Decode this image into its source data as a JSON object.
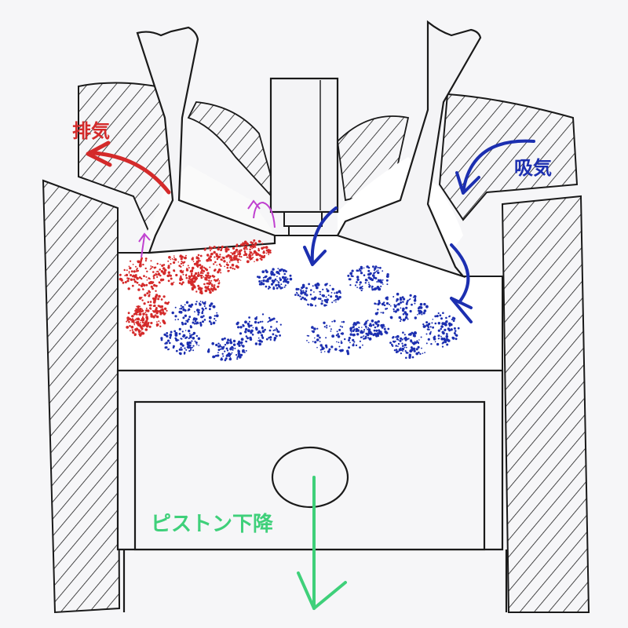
{
  "labels": {
    "exhaust": "排気",
    "intake": "吸気",
    "piston_down": "ピストン下降"
  },
  "colors": {
    "exhaust": "#d42a2a",
    "intake": "#1c2fb0",
    "piston": "#3fd07a",
    "valve_lift": "#c040d0",
    "line": "#1a1a1a"
  }
}
